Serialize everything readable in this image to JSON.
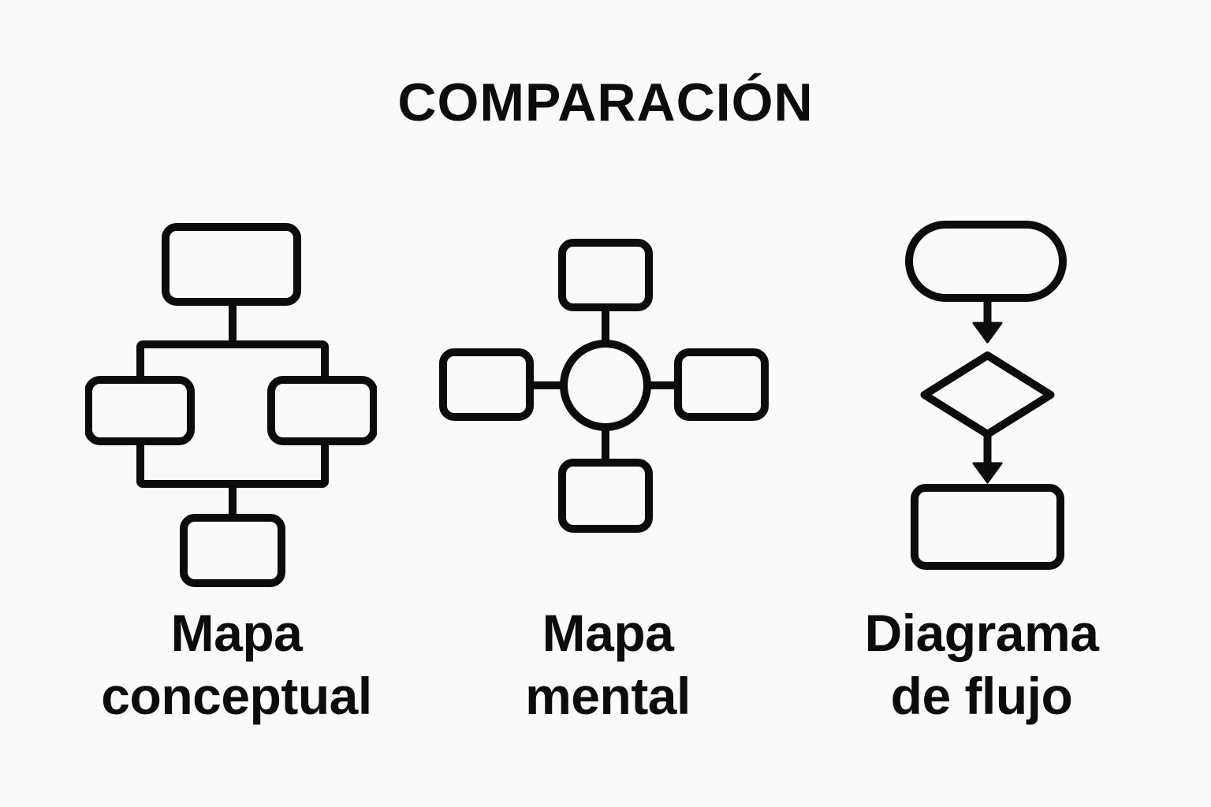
{
  "title": "COMPARACIÓN",
  "colors": {
    "background": "#fafafa",
    "ink": "#0c0c0c"
  },
  "items": [
    {
      "id": "concept-map",
      "icon": "concept-map-icon",
      "label_line1": "Mapa",
      "label_line2": "conceptual"
    },
    {
      "id": "mind-map",
      "icon": "mind-map-icon",
      "label_line1": "Mapa",
      "label_line2": "mental"
    },
    {
      "id": "flowchart",
      "icon": "flowchart-icon",
      "label_line1": "Diagrama",
      "label_line2": "de flujo"
    }
  ]
}
